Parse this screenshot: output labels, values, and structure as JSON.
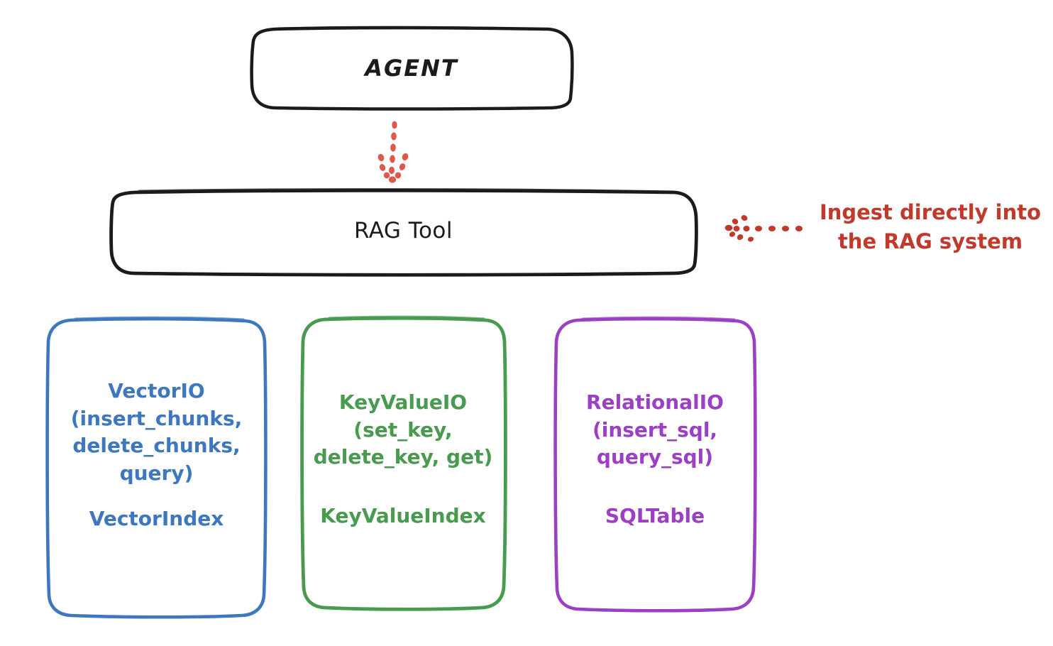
{
  "diagram": {
    "title_nodes": {
      "agent": {
        "label": "AGENT",
        "stroke": "#1b1b1f"
      },
      "rag_tool": {
        "label": "RAG Tool",
        "stroke": "#1b1b1f"
      }
    },
    "annotation": {
      "text": "Ingest directly into\nthe RAG system",
      "color": "#c0392b",
      "arrow": "dotted-arrow-left-icon"
    },
    "connector": {
      "from": "agent",
      "to": "rag_tool",
      "style": "dotted",
      "color": "#e0574b",
      "arrow": "dotted-arrow-down-icon"
    },
    "stores": [
      {
        "id": "vector",
        "color": "#3d78bf",
        "api": "VectorIO\n(insert_chunks,\ndelete_chunks,\nquery)",
        "index": "VectorIndex"
      },
      {
        "id": "keyvalue",
        "color": "#479a4e",
        "api": "KeyValueIO\n(set_key,\ndelete_key, get)",
        "index": "KeyValueIndex"
      },
      {
        "id": "relational",
        "color": "#9b3fc4",
        "api": "RelationalIO\n(insert_sql,\nquery_sql)",
        "index": "SQLTable"
      }
    ]
  }
}
